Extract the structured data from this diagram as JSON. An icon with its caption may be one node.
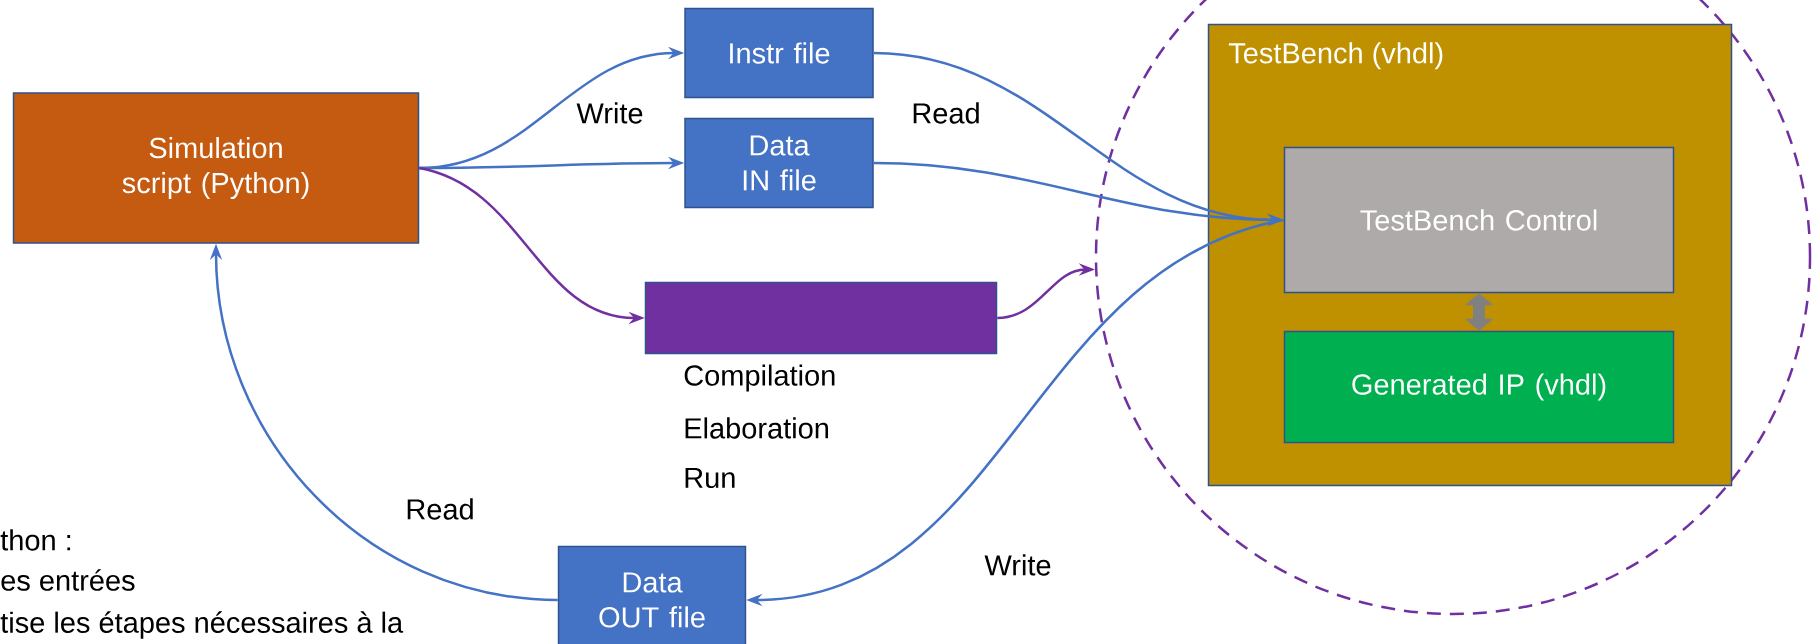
{
  "diagram": {
    "nodes": [
      {
        "text": [
          "Simulation script (Python)"
        ]
      },
      {
        "text": [
          "Instr file"
        ]
      },
      {
        "text": [
          "Data IN file"
        ]
      },
      {
        "text": [],
        "shape": "box",
        "beside": [
          "Compilation",
          "Elaboration",
          "Run"
        ]
      },
      {
        "text": [],
        "shape": "circle"
      },
      {
        "text": [
          "TestBench (vhdl)"
        ],
        "in": 4
      },
      {
        "text": [
          "TestBench Control"
        ],
        "in": 5
      },
      {
        "text": [
          "Generated IP (vhdl)"
        ],
        "in": 5
      },
      {
        "text": [
          "Data OUT file"
        ]
      }
    ],
    "edges": [
      {
        "from": 0,
        "to": 1,
        "arrow": "to",
        "label": "Write"
      },
      {
        "from": 0,
        "to": 2,
        "arrow": "to"
      },
      {
        "from": 0,
        "to": 3,
        "arrow": "to",
        "color": "#7030a0"
      },
      {
        "from": 3,
        "to": 4,
        "arrow": "to",
        "color": "#7030a0"
      },
      {
        "from": 1,
        "to": 6,
        "arrow": "to",
        "label": "Read"
      },
      {
        "from": 2,
        "to": 6,
        "arrow": "to"
      },
      {
        "from": 6,
        "to": 8,
        "arrow": "to",
        "label": "Write"
      },
      {
        "from": 8,
        "to": 0,
        "arrow": "to",
        "label": "Read"
      },
      {
        "from": 6,
        "to": 7,
        "arrow": "both",
        "style": "thick",
        "color": "#808080"
      }
    ],
    "labels": [
      "thon :",
      "es entrées",
      "tise les étapes nécessaires à la"
    ]
  }
}
